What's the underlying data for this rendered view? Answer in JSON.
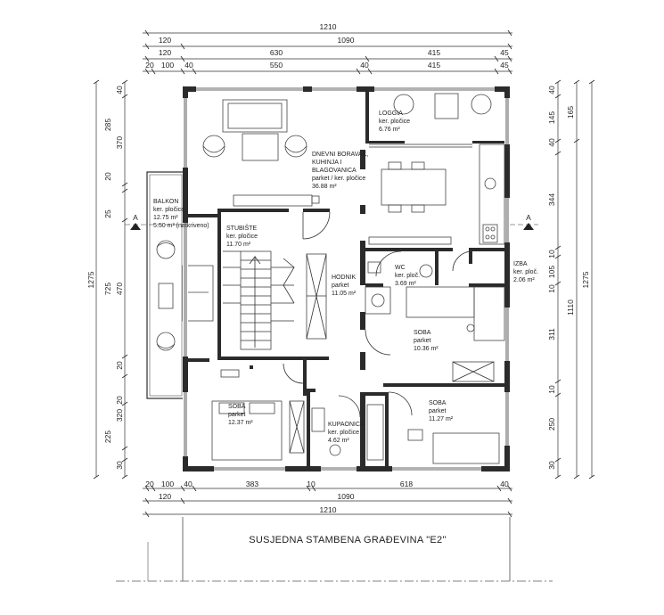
{
  "dimensions": {
    "top": {
      "row1": [
        "1210"
      ],
      "row2": [
        "120",
        "1090"
      ],
      "row3": [
        "120",
        "630",
        "415",
        "45"
      ],
      "row4": [
        "20",
        "100",
        "40",
        "550",
        "40",
        "415",
        "45"
      ]
    },
    "bottom": {
      "row1": [
        "20",
        "100",
        "40",
        "383",
        "10",
        "618",
        "40"
      ],
      "row2": [
        "120",
        "1090"
      ],
      "row3": [
        "1210"
      ]
    },
    "left": {
      "inner": [
        "40",
        "285",
        "370",
        "20",
        "25",
        "725",
        "470",
        "20",
        "20",
        "320",
        "225",
        "30"
      ],
      "outer": [
        "1275"
      ]
    },
    "right": {
      "inner": [
        "40",
        "145",
        "165",
        "40",
        "344",
        "10",
        "105",
        "10",
        "311",
        "10",
        "250",
        "30"
      ],
      "outer": [
        "1110",
        "1275"
      ]
    }
  },
  "rooms": [
    {
      "name": "LOGGIA",
      "floor": "ker. pločice",
      "area": "6.76 m²"
    },
    {
      "name": "DNEVNI BORAVAK, KUHINJA I BLAGOVANICA",
      "name_lines": [
        "DNEVNI BORAVAK,",
        "KUHINJA I",
        "BLAGOVANICA"
      ],
      "floor": "parket / ker. pločice",
      "area": "36.88 m²"
    },
    {
      "name": "BALKON",
      "floor": "ker. pločice",
      "area": "12.75 m²",
      "extra": "5.50 m² (natkriveno)"
    },
    {
      "name": "STUBIŠTE",
      "floor": "ker. pločice",
      "area": "11.70 m²"
    },
    {
      "name": "HODNIK",
      "floor": "parket",
      "area": "11.05 m²"
    },
    {
      "name": "WC",
      "floor": "ker. ploč.",
      "area": "3.69 m²"
    },
    {
      "name": "IZBA",
      "floor": "ker. ploč.",
      "area": "2.06 m²"
    },
    {
      "name": "SOBA",
      "floor": "parket",
      "area": "10.36 m²"
    },
    {
      "name": "SOBA",
      "floor": "parket",
      "area": "12.37 m²"
    },
    {
      "name": "KUPAONICA",
      "floor": "ker. pločice",
      "area": "4.62 m²"
    },
    {
      "name": "SOBA",
      "floor": "parket",
      "area": "11.27 m²"
    }
  ],
  "section_markers": [
    "A",
    "A"
  ],
  "caption": "SUSJEDNA STAMBENA GRAĐEVINA \"E2\""
}
